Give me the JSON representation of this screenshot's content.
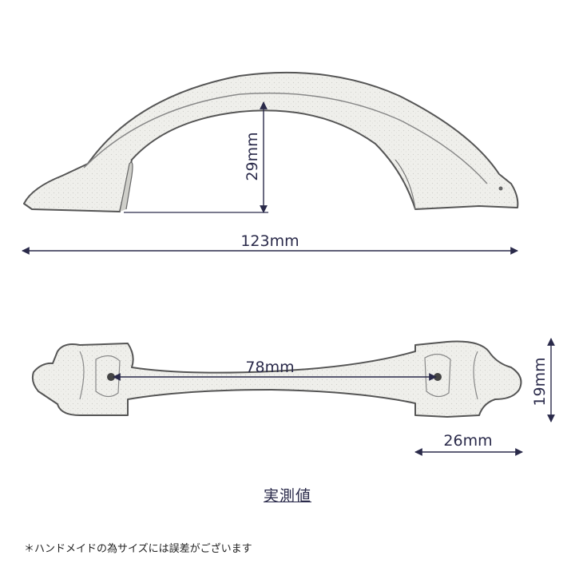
{
  "dimensions": {
    "height": "29mm",
    "length": "123mm",
    "hole_pitch": "78mm",
    "width": "19mm",
    "end_length": "26mm"
  },
  "caption": "実測値",
  "note": "＊ハンドメイドの為サイズには誤差がございます",
  "colors": {
    "ink": "#2a2a4a",
    "metal_fill": "#eeeeea",
    "metal_shade": "#b9b9b4",
    "outline": "#555555"
  }
}
